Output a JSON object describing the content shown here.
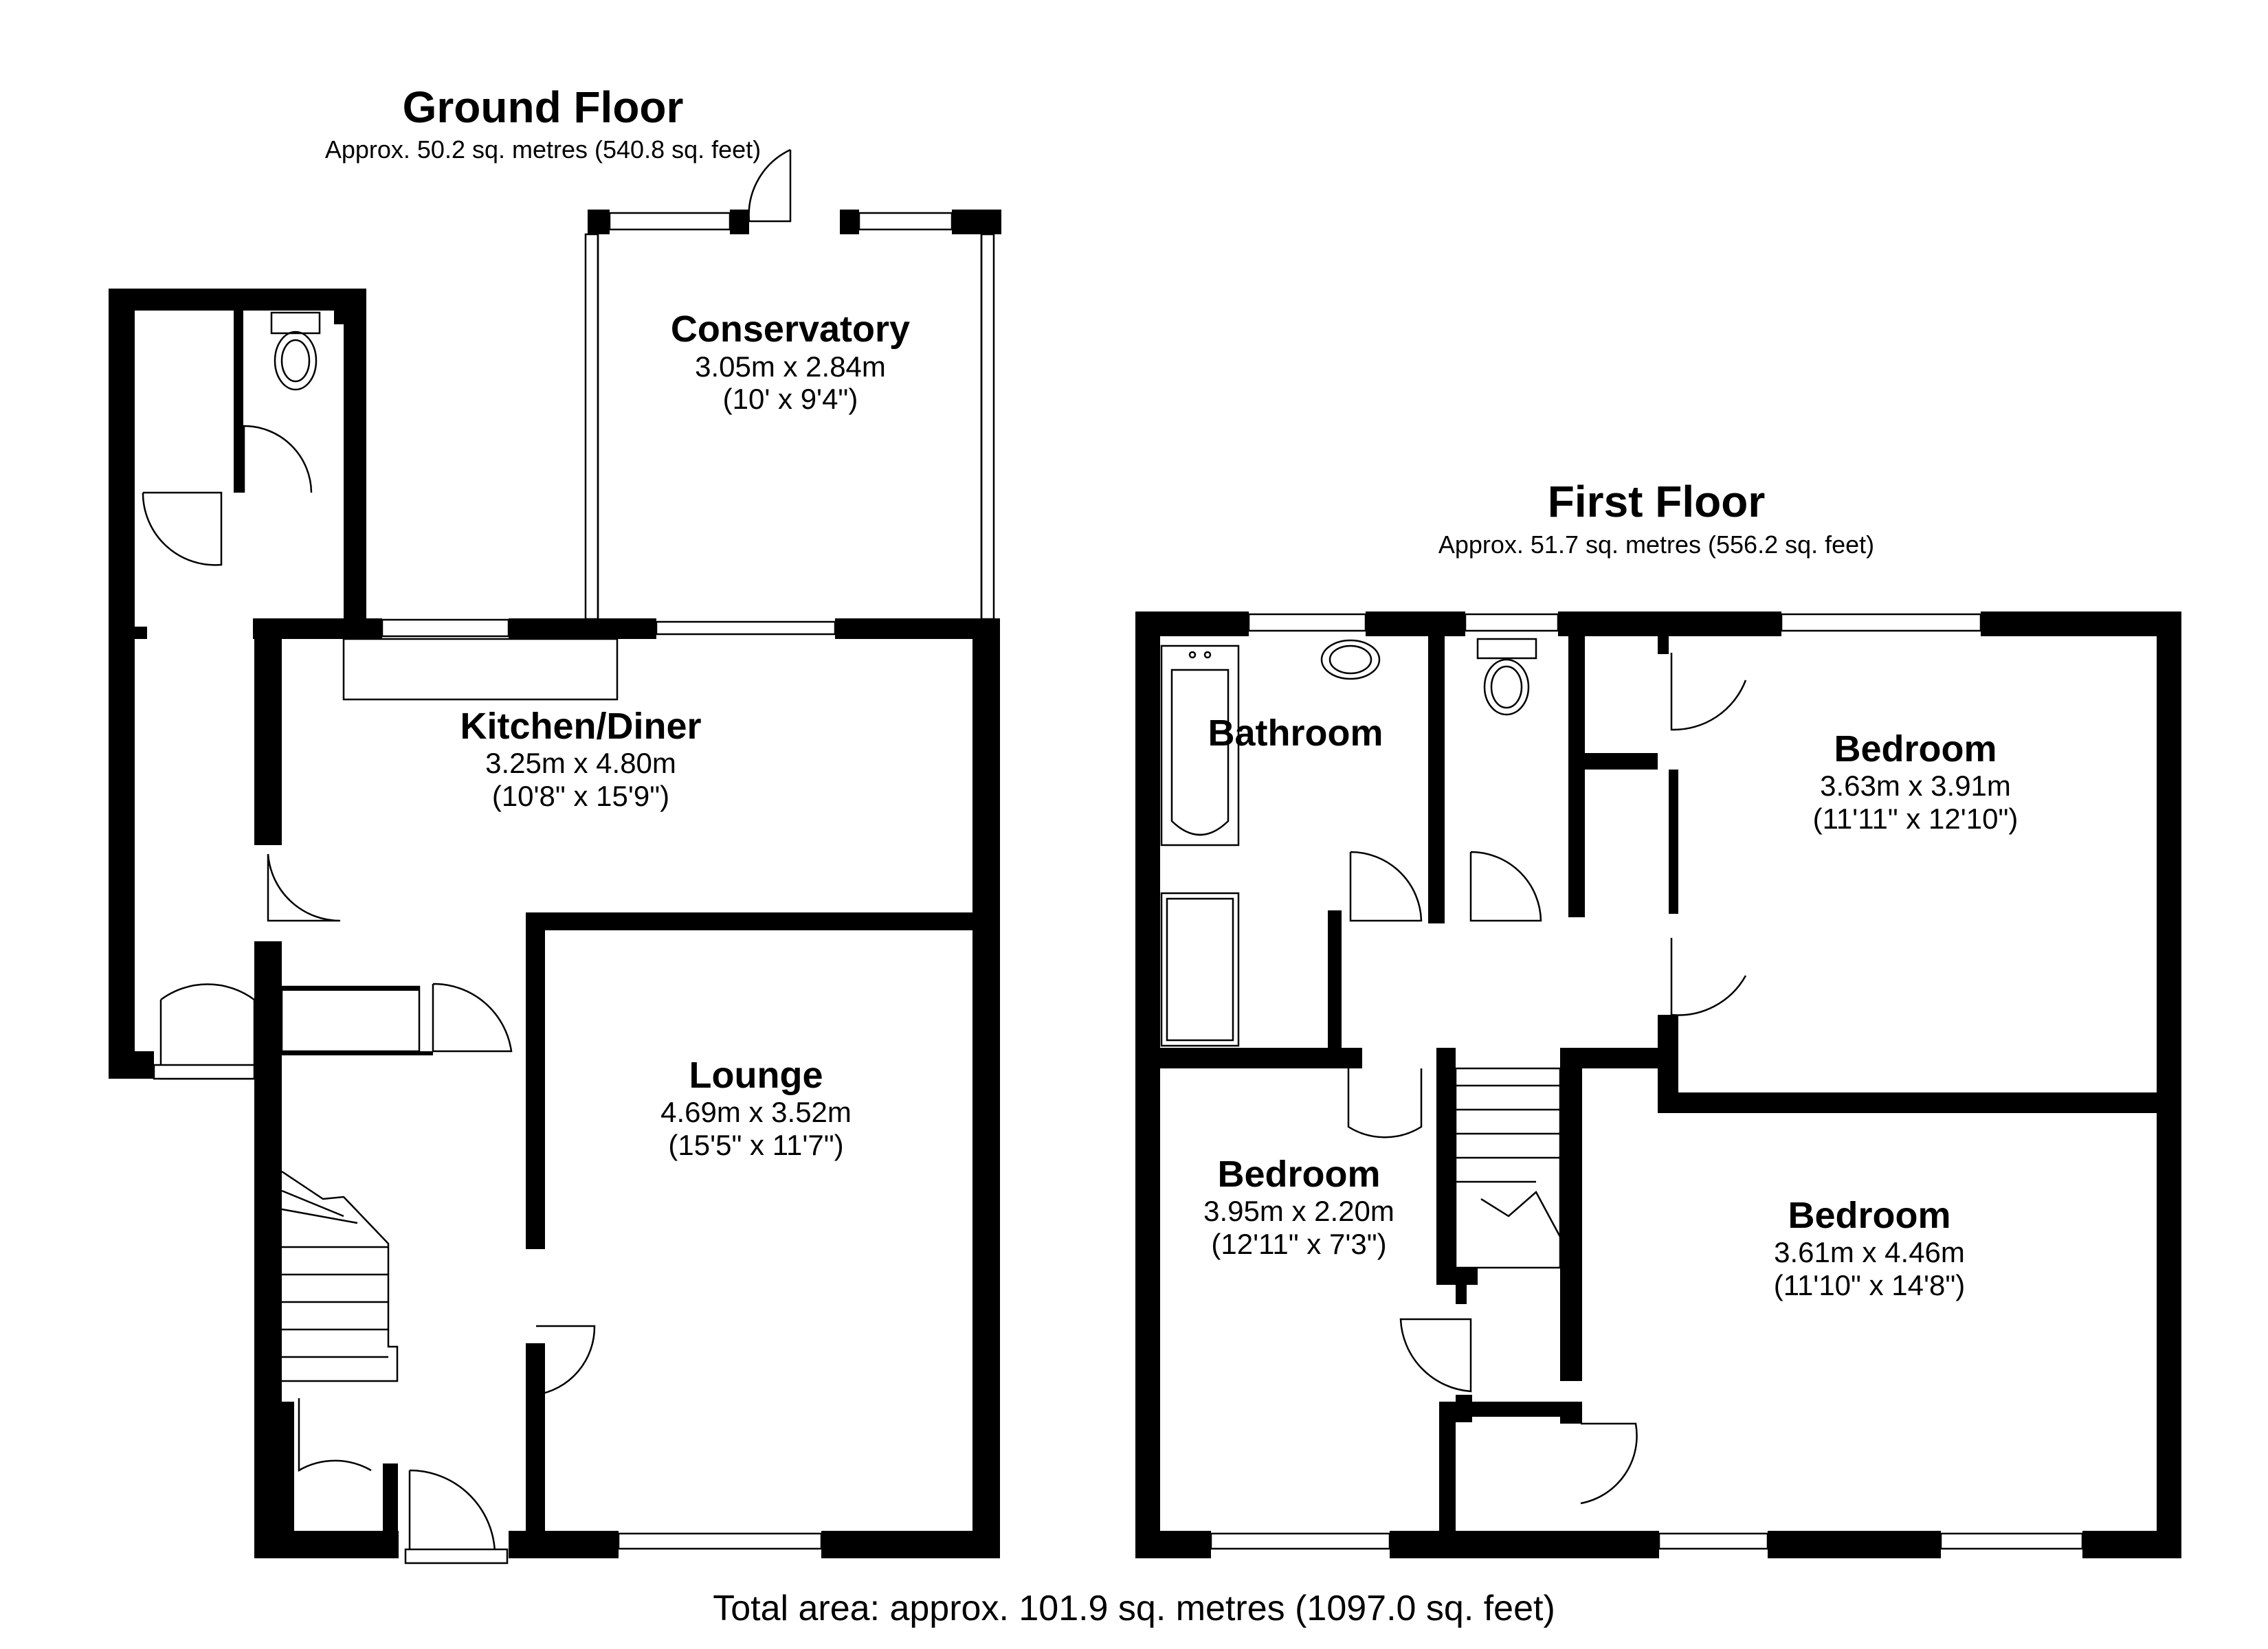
{
  "ground_floor": {
    "title": "Ground Floor",
    "area": "Approx. 50.2 sq. metres (540.8 sq. feet)",
    "rooms": [
      {
        "name": "Conservatory",
        "size_m": "3.05m x 2.84m",
        "size_ft": "(10' x 9'4\")"
      },
      {
        "name": "Kitchen/Diner",
        "size_m": "3.25m x 4.80m",
        "size_ft": "(10'8\" x 15'9\")"
      },
      {
        "name": "Lounge",
        "size_m": "4.69m x 3.52m",
        "size_ft": "(15'5\" x 11'7\")"
      }
    ]
  },
  "first_floor": {
    "title": "First Floor",
    "area": "Approx. 51.7 sq. metres (556.2 sq. feet)",
    "rooms": [
      {
        "name": "Bathroom"
      },
      {
        "name": "Bedroom",
        "size_m": "3.63m x 3.91m",
        "size_ft": "(11'11\" x 12'10\")"
      },
      {
        "name": "Bedroom",
        "size_m": "3.95m x 2.20m",
        "size_ft": "(12'11\" x 7'3\")"
      },
      {
        "name": "Bedroom",
        "size_m": "3.61m x 4.46m",
        "size_ft": "(11'10\" x 14'8\")"
      }
    ]
  },
  "total_area": "Total area: approx. 101.9 sq. metres (1097.0 sq. feet)"
}
